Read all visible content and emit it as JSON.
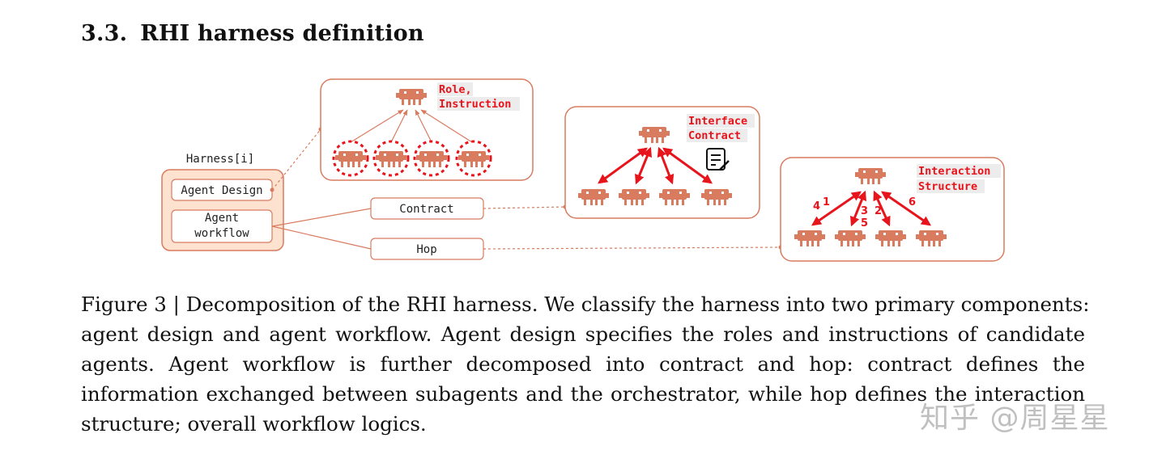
{
  "section": {
    "number": "3.3.",
    "title": "RHI harness definition"
  },
  "figure": {
    "harness_label": "Harness[i]",
    "agent_design_label": "Agent Design",
    "agent_workflow_label_line1": "Agent",
    "agent_workflow_label_line2": "workflow",
    "contract_label": "Contract",
    "hop_label": "Hop",
    "role_label_line1": "Role,",
    "role_label_line2": "Instruction",
    "interface_label_line1": "Interface",
    "interface_label_line2": "Contract",
    "interaction_label_line1": "Interaction",
    "interaction_label_line2": "Structure",
    "hop_numbers": {
      "a": "4",
      "b": "1",
      "c": "3",
      "d": "5",
      "e": "2",
      "f": "6"
    },
    "colors": {
      "accent": "#d97b5f",
      "box_fill": "#fde3cf",
      "red": "#e8141c"
    }
  },
  "caption": {
    "lines": [
      "Figure 3 | Decomposition of the RHI harness. We classify the harness into two primary components:",
      "agent design and agent workflow. Agent design specifies the roles and instructions of candidate",
      "agents. Agent workflow is further decomposed into contract and hop: contract defines the",
      "information exchanged between subagents and the orchestrator, while hop defines the interaction",
      "structure; overall workflow logics."
    ]
  },
  "watermark": "知乎 @周星星"
}
